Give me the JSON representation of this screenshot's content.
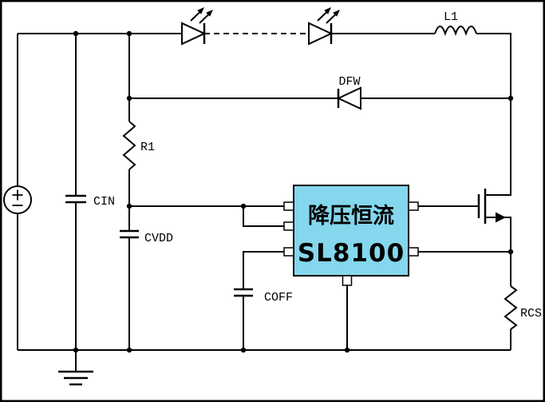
{
  "diagram": {
    "ic": {
      "line1": "降压恒流",
      "line2": "SL8100"
    },
    "labels": {
      "l1": "L1",
      "dfw": "DFW",
      "r1": "R1",
      "cin": "CIN",
      "cvdd": "CVDD",
      "coff": "COFF",
      "rcs": "RCS"
    },
    "colors": {
      "wire": "#000000",
      "background": "#ffffff",
      "ic_fill": "#84d7ec"
    }
  }
}
